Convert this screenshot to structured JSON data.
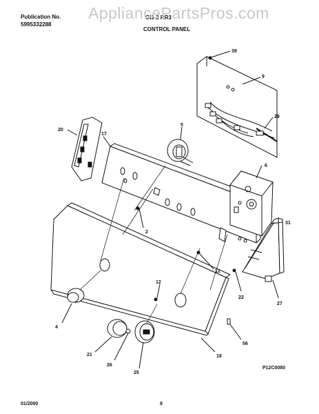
{
  "header": {
    "publication_label": "Publication No.",
    "publication_number": "5995332288",
    "model_code": "GI3 2 RR3",
    "section_title": "CONTROL PANEL"
  },
  "watermark": "AppliancePartsPros.com",
  "diagram_code": "P12C0080",
  "footer": {
    "date": "01/2000",
    "page": "8"
  },
  "callouts": {
    "c39": "39",
    "c9": "9",
    "c29": "29",
    "c20": "20",
    "c17": "17",
    "c5": "5",
    "c6": "6",
    "c2": "2",
    "c31": "31",
    "c12a": "12",
    "c12b": "12",
    "c22": "22",
    "c27": "27",
    "c4": "4",
    "c56": "56",
    "c21": "21",
    "c26": "26",
    "c25": "25",
    "c18": "18"
  }
}
